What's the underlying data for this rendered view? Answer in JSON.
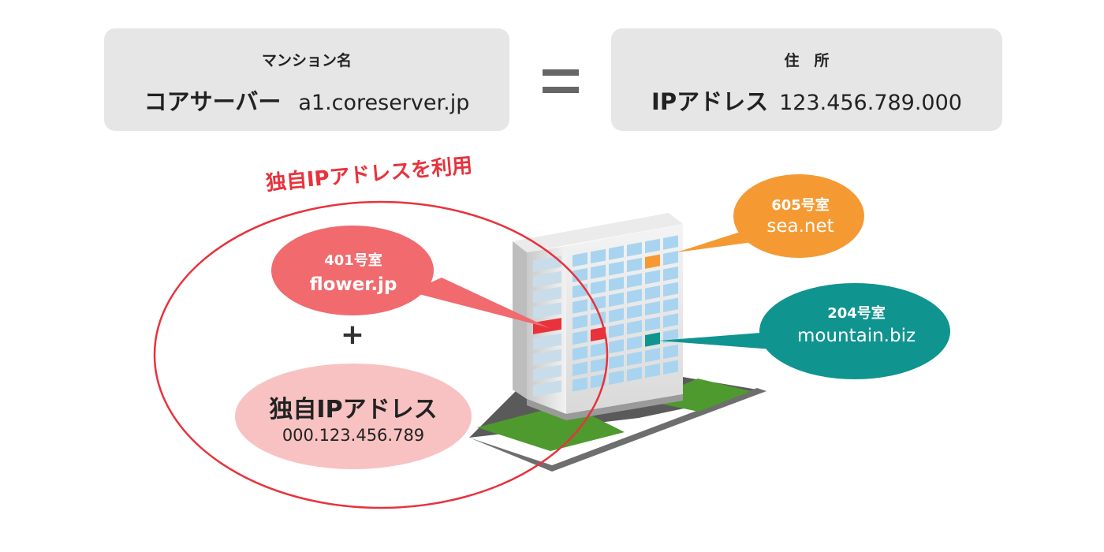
{
  "left_box": {
    "caption": "マンション名",
    "label": "コアサーバー",
    "value": "a1.coreserver.jp"
  },
  "right_box": {
    "caption": "住　所",
    "label": "IPアドレス",
    "value": "123.456.789.000"
  },
  "arc_title": "独自IPアドレスを利用",
  "bubbles": {
    "room_401": {
      "number": "401号室",
      "domain": "flower.jp"
    },
    "room_605": {
      "number": "605号室",
      "domain": "sea.net"
    },
    "room_204": {
      "number": "204号室",
      "domain": "mountain.biz"
    }
  },
  "plus": "+",
  "dedicated_ip": {
    "label": "独自IPアドレス",
    "address": "000.123.456.789"
  },
  "colors": {
    "box_bg": "#e6e6e6",
    "accent_red": "#e8323c",
    "bubble_401": "#f06a6e",
    "bubble_ip": "#f8c2c2",
    "bubble_605": "#f59a33",
    "bubble_204": "#109490",
    "window_blue": "#a9d4ef",
    "grass": "#4e9a2e"
  }
}
